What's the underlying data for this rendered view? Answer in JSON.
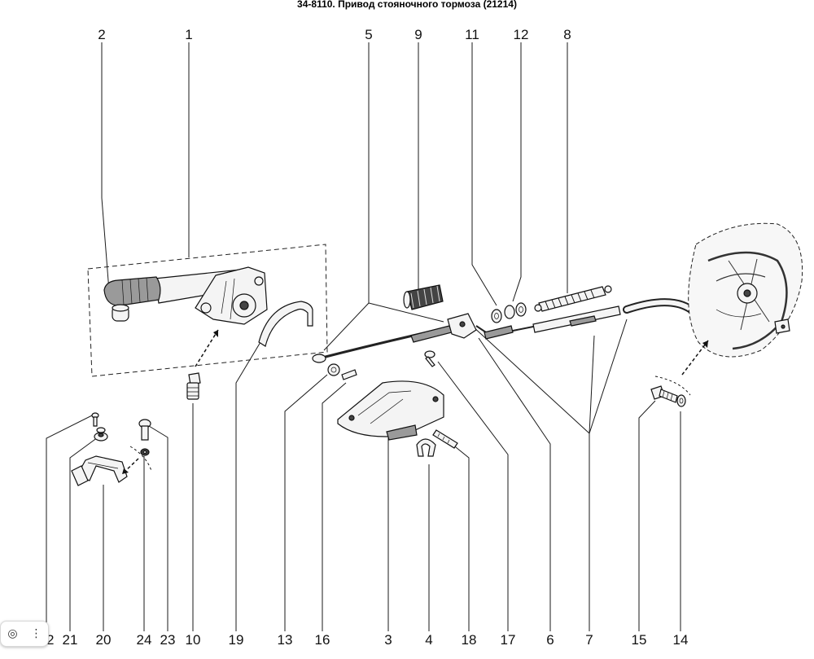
{
  "title": "34-8110. Привод стояночного тормоза (21214)",
  "callouts_top": [
    "2",
    "1",
    "5",
    "9",
    "11",
    "12",
    "8"
  ],
  "callouts_bottom": [
    "22",
    "21",
    "20",
    "24",
    "23",
    "10",
    "19",
    "13",
    "16",
    "3",
    "4",
    "18",
    "17",
    "6",
    "7",
    "15",
    "14"
  ],
  "toolbar": {
    "lens_icon": "lens-icon",
    "more_icon": "more-vertical-icon"
  }
}
